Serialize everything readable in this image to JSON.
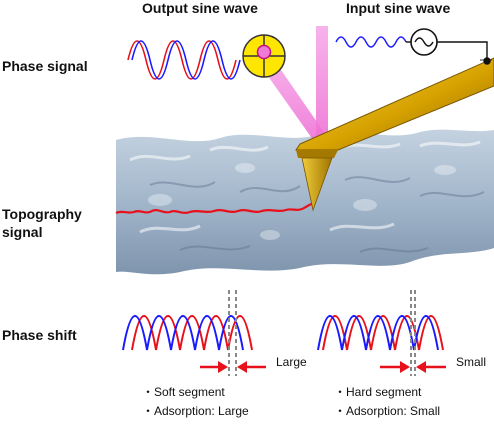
{
  "labels": {
    "output_wave": "Output sine wave",
    "input_wave": "Input sine wave",
    "phase_signal": "Phase signal",
    "topography_signal": [
      "Topography",
      "signal"
    ],
    "phase_shift": "Phase shift",
    "large": "Large",
    "small": "Small"
  },
  "soft_notes": [
    "・Soft segment",
    "・Adsorption:  Large"
  ],
  "hard_notes": [
    "・Hard segment",
    "・Adsorption:  Small"
  ],
  "colors": {
    "blue_wave": "#1a1aff",
    "red_wave": "#e8101a",
    "cantilever_gold": "#d9a400",
    "laser_pink": "#f07ad8",
    "detector_yellow": "#ffe600",
    "surface_blue": "#9fb3c8"
  },
  "icons": [
    "ac-source-icon",
    "photodetector-icon",
    "arrow-right-icon",
    "arrow-left-icon"
  ]
}
